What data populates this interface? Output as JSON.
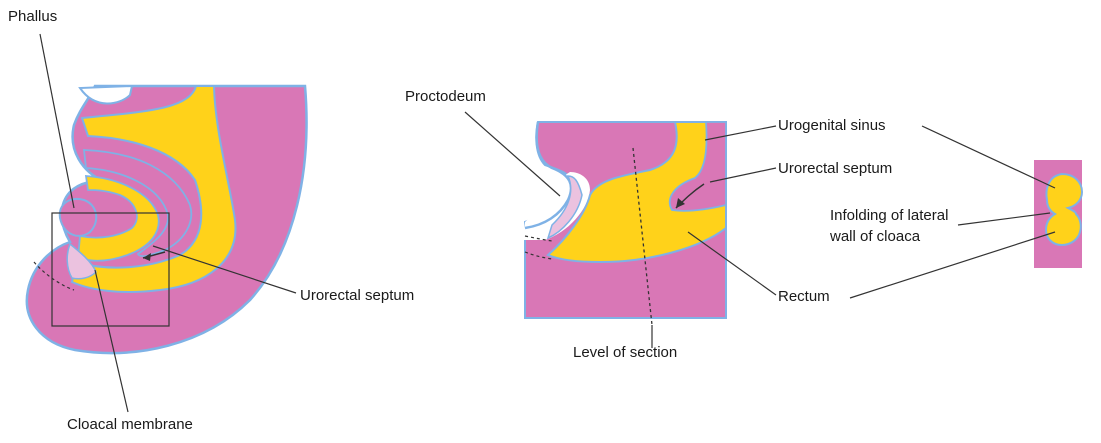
{
  "labels": {
    "phallus": "Phallus",
    "cloacal_membrane": "Cloacal membrane",
    "urorectal_septum_left": "Urorectal septum",
    "proctodeum": "Proctodeum",
    "level_of_section": "Level of section",
    "urogenital_sinus": "Urogenital sinus",
    "urorectal_septum_right": "Urorectal septum",
    "infolding_line1": "Infolding of lateral",
    "infolding_line2": "wall of cloaca",
    "rectum": "Rectum"
  },
  "colors": {
    "tissue_pink": "#D977B6",
    "cavity_yellow": "#FFD21A",
    "outline_blue": "#7FB2E6",
    "light_pink": "#EBC2DF",
    "leader_line": "#333333"
  }
}
